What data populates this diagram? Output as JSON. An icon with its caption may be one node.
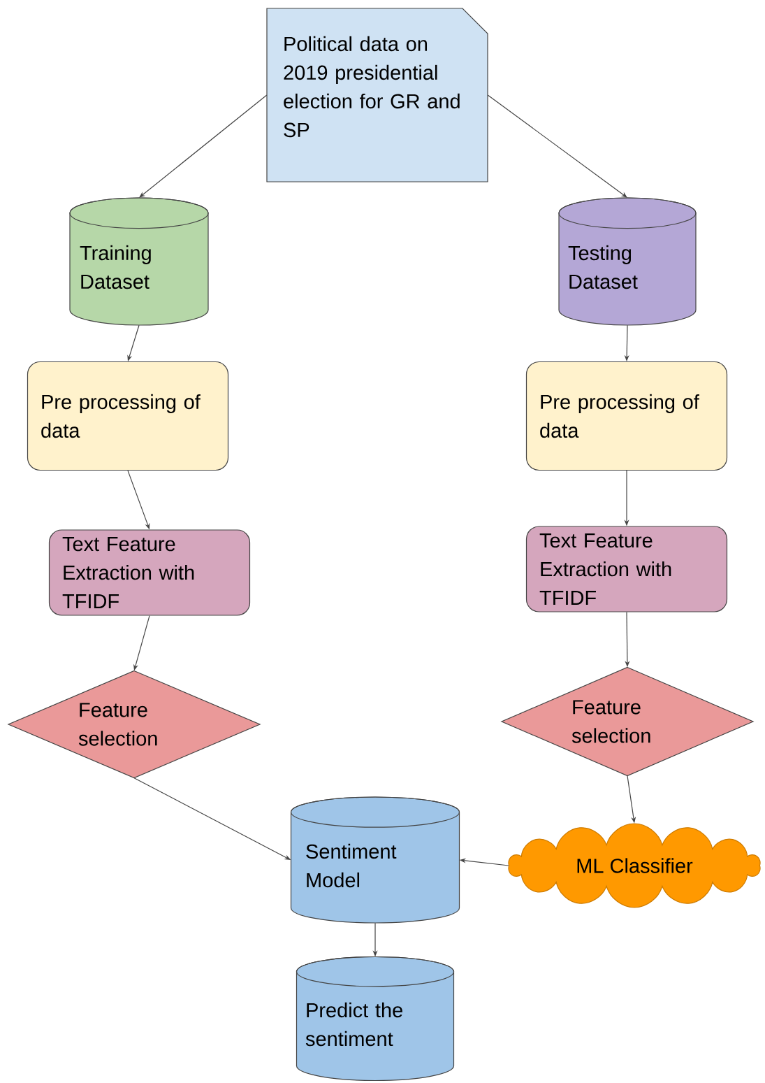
{
  "diagram": {
    "nodes": [
      {
        "text": [
          "Political data on 2019 presidential election for GR and SP"
        ]
      },
      {
        "text": [
          "Training Dataset"
        ]
      },
      {
        "text": [
          "Testing Dataset"
        ]
      },
      {
        "text": [
          "Pre processing of data"
        ]
      },
      {
        "text": [
          "Pre processing of data"
        ]
      },
      {
        "text": [
          "Text Feature Extraction with TFIDF"
        ]
      },
      {
        "text": [
          "Text Feature Extraction with TFIDF"
        ]
      },
      {
        "text": [
          "Feature selection"
        ]
      },
      {
        "text": [
          "Feature selection"
        ]
      },
      {
        "text": [
          "Sentiment Model"
        ]
      },
      {
        "text": [
          "ML Classifier"
        ]
      },
      {
        "text": [
          "Predict the sentiment"
        ]
      }
    ],
    "edges": [
      {
        "from": 0,
        "to": 1,
        "arrow": "to"
      },
      {
        "from": 0,
        "to": 2,
        "arrow": "to"
      },
      {
        "from": 1,
        "to": 3,
        "arrow": "to"
      },
      {
        "from": 2,
        "to": 4,
        "arrow": "to"
      },
      {
        "from": 3,
        "to": 5,
        "arrow": "to"
      },
      {
        "from": 4,
        "to": 6,
        "arrow": "to"
      },
      {
        "from": 5,
        "to": 7,
        "arrow": "to"
      },
      {
        "from": 6,
        "to": 8,
        "arrow": "to"
      },
      {
        "from": 7,
        "to": 9,
        "arrow": "to"
      },
      {
        "from": 8,
        "to": 10,
        "arrow": "to"
      },
      {
        "from": 10,
        "to": 9,
        "arrow": "to"
      },
      {
        "from": 9,
        "to": 11,
        "arrow": "to"
      }
    ]
  }
}
